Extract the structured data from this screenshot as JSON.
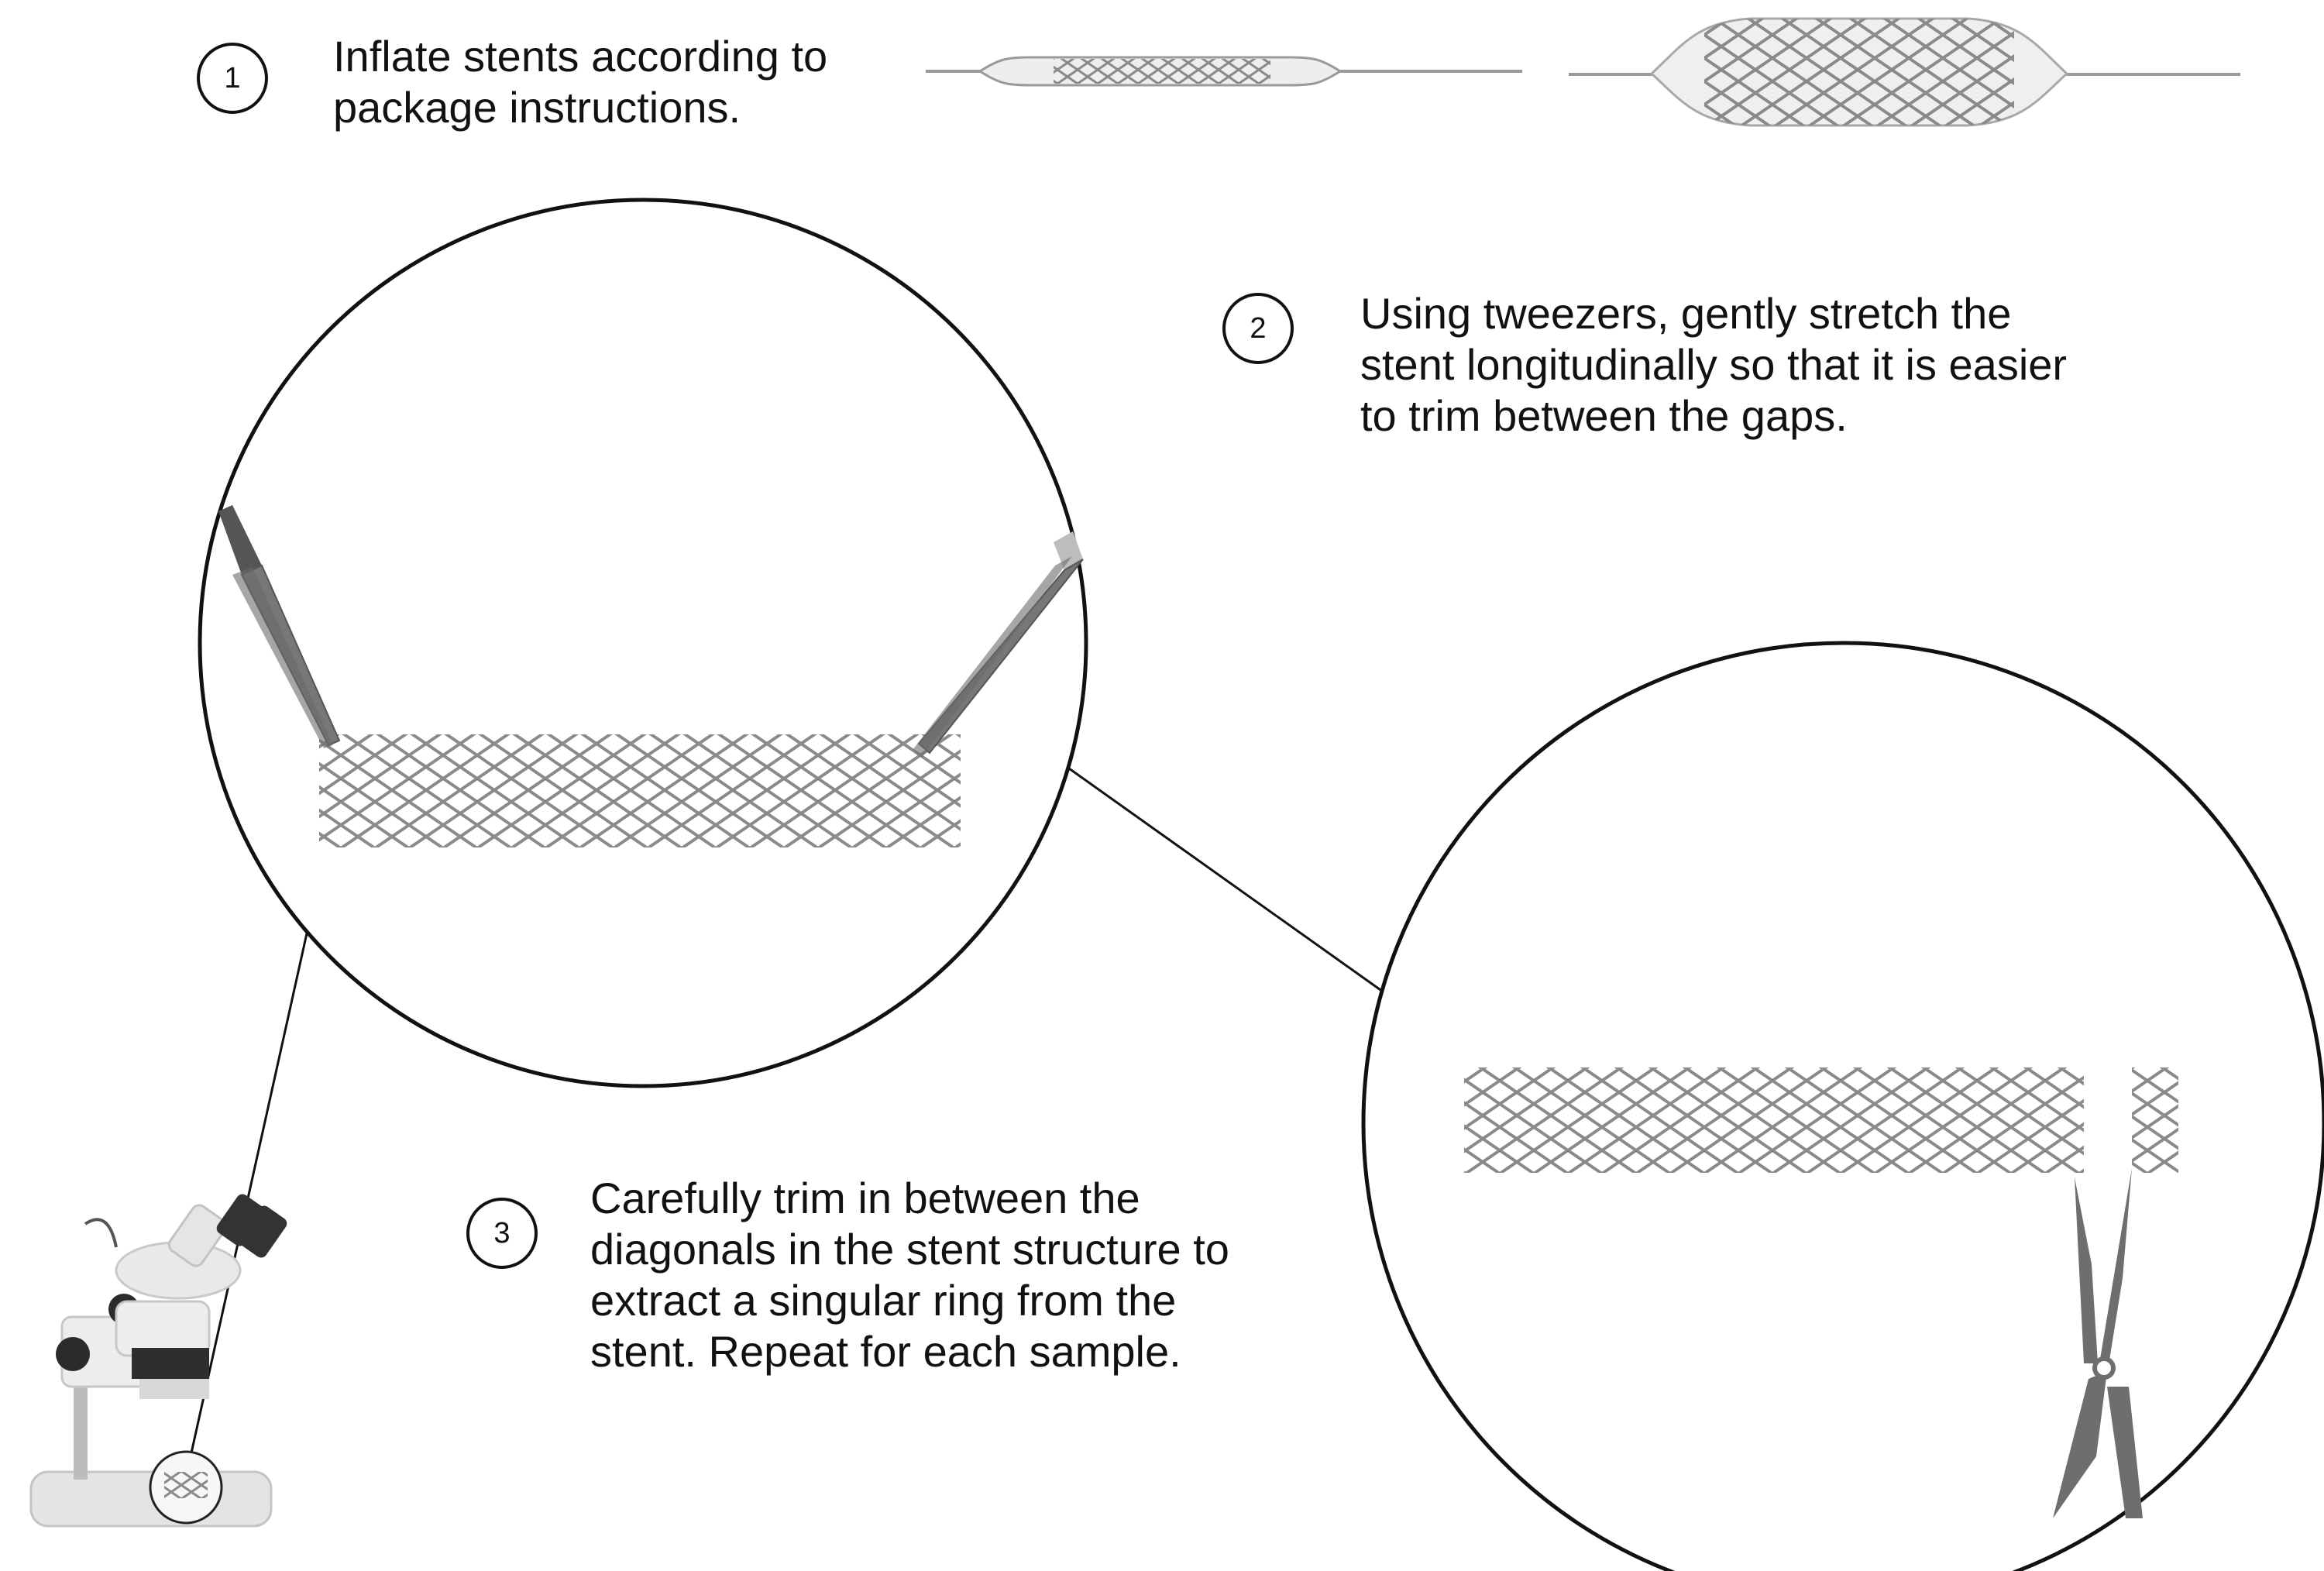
{
  "steps": [
    {
      "number": "1",
      "text": "Inflate stents according to\npackage instructions."
    },
    {
      "number": "2",
      "text": "Using tweezers, gently stretch the\nstent longitudinally so that it is easier\nto trim between the gaps."
    },
    {
      "number": "3",
      "text": "Carefully trim in between the\ndiagonals in the stent structure to\nextract a singular ring from the\nstent. Repeat for each sample."
    }
  ],
  "colors": {
    "outline": "#111111",
    "stent": "#8a8a8a",
    "tool": "#6e6e6e",
    "balloon": "#cfcfcf"
  },
  "icons": [
    "deflated-balloon-stent",
    "inflated-balloon-stent",
    "tweezers-icon",
    "scissors-icon",
    "stereo-microscope-icon"
  ]
}
